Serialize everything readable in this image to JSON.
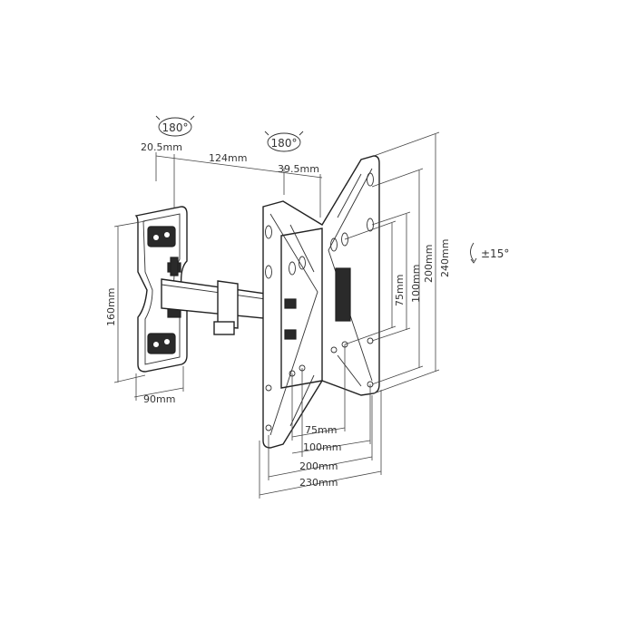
{
  "labels": {
    "rot_wall": "180°",
    "rot_arm": "180°",
    "tilt": "±15°",
    "wall_offset": "20.5mm",
    "arm_length": "124mm",
    "plate_offset": "39.5mm",
    "wall_height": "160mm",
    "wall_width": "90mm",
    "v75": "75mm",
    "v100": "100mm",
    "v200": "200mm",
    "v240": "240mm",
    "h75": "75mm",
    "h100": "100mm",
    "h200": "200mm",
    "h230": "230mm"
  },
  "colors": {
    "line": "#222222",
    "text": "#333333",
    "fill_dark": "#2a2a2a"
  }
}
